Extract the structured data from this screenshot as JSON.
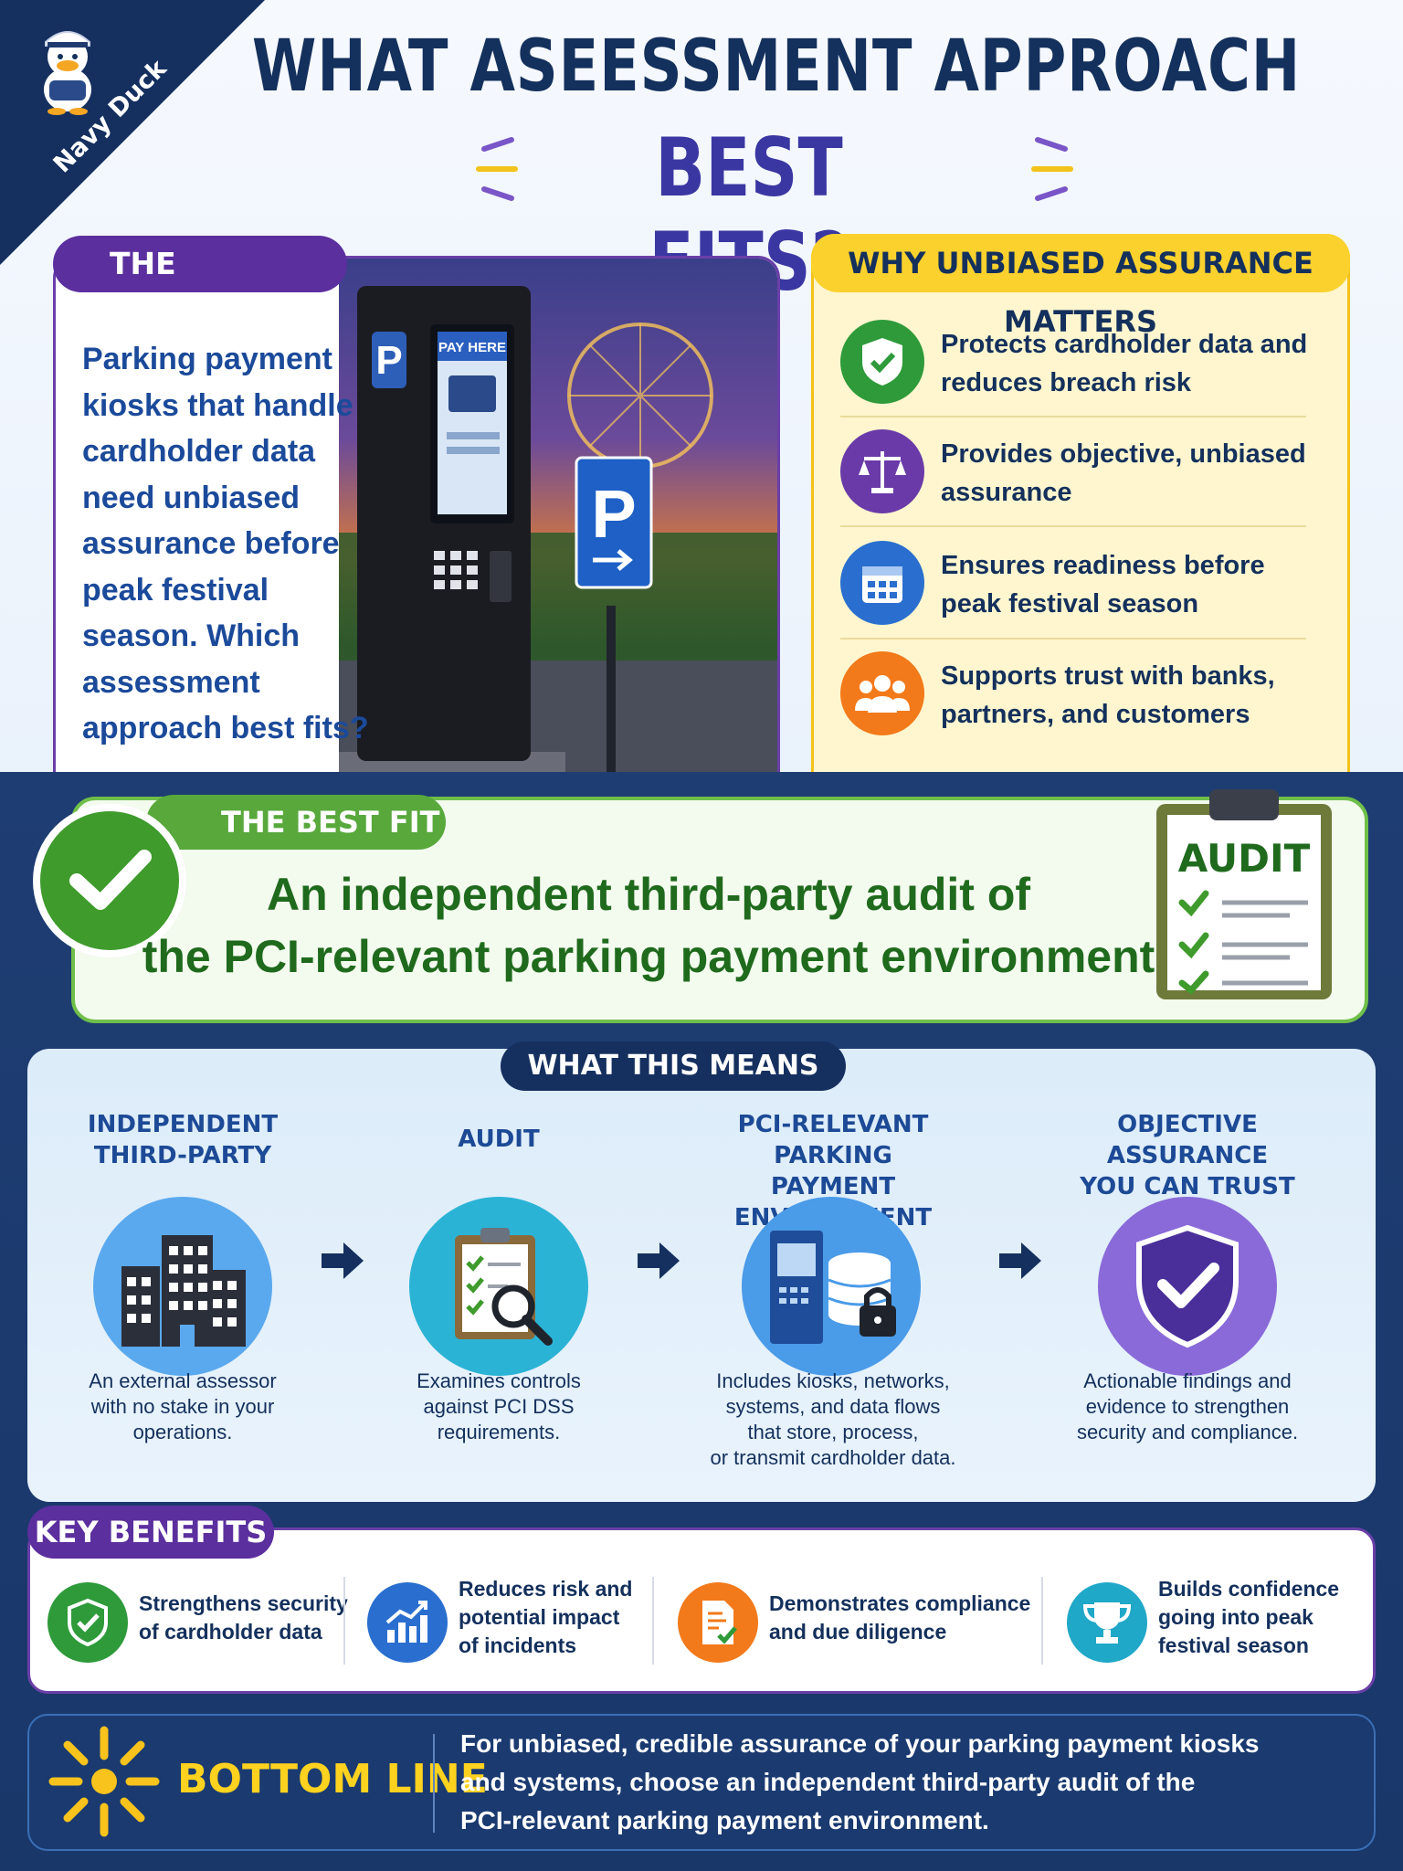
{
  "brand": {
    "label": "Navy Duck"
  },
  "header": {
    "title_line1": "WHAT ASEESSMENT APPROACH",
    "title_line2": "BEST FITS?"
  },
  "question": {
    "tab": "THE QUESTION",
    "text": "Parking payment kiosks that handle cardholder data need unbiased assurance before peak festival season. Which assessment approach best fits?",
    "kiosk_screen_label": "PAY HERE",
    "sign_letter": "P"
  },
  "why": {
    "tab": "WHY UNBIASED ASSURANCE MATTERS",
    "items": [
      {
        "text": "Protects cardholder data and reduces breach risk",
        "icon": "shield-check-icon",
        "color": "#2e9a3a"
      },
      {
        "text": "Provides objective, unbiased assurance",
        "icon": "scales-icon",
        "color": "#6a3aa8"
      },
      {
        "text": "Ensures readiness before peak festival season",
        "icon": "calendar-icon",
        "color": "#2a6fcf"
      },
      {
        "text": "Supports trust with banks, partners, and customers",
        "icon": "people-icon",
        "color": "#f27a1a"
      }
    ]
  },
  "best_fit": {
    "tab": "THE BEST FIT",
    "line1": "An independent third-party audit of",
    "line2": "the PCI-relevant parking payment environment",
    "clipboard_label": "AUDIT"
  },
  "what_this_means": {
    "tab": "WHAT THIS MEANS",
    "steps": [
      {
        "title1": "INDEPENDENT",
        "title2": "THIRD-PARTY",
        "desc": [
          "An external assessor",
          "with no stake in your",
          "operations."
        ],
        "icon": "buildings-icon",
        "color": "#5aa9ee"
      },
      {
        "title1": "AUDIT",
        "title2": "",
        "desc": [
          "Examines controls",
          "against PCI DSS",
          "requirements."
        ],
        "icon": "clipboard-magnifier-icon",
        "color": "#2bb3d6"
      },
      {
        "title1": "PCI-RELEVANT PARKING",
        "title2": "PAYMENT ENVIRONMENT",
        "desc": [
          "Includes kiosks, networks,",
          "systems, and data flows",
          "that store, process,",
          "or transmit cardholder data."
        ],
        "icon": "kiosk-database-lock-icon",
        "color": "#4a9be8"
      },
      {
        "title1": "OBJECTIVE ASSURANCE",
        "title2": "YOU CAN TRUST",
        "desc": [
          "Actionable findings and",
          "evidence to strengthen",
          "security and compliance."
        ],
        "icon": "shield-check-icon",
        "color": "#8a6ad8"
      }
    ]
  },
  "key_benefits": {
    "tab": "KEY BENEFITS",
    "items": [
      {
        "lines": [
          "Strengthens security",
          "of cardholder data"
        ],
        "icon": "shield-check-icon",
        "color": "#2e9a3a"
      },
      {
        "lines": [
          "Reduces risk and",
          "potential impact",
          "of incidents"
        ],
        "icon": "chart-up-icon",
        "color": "#2a6fcf"
      },
      {
        "lines": [
          "Demonstrates compliance",
          "and due diligence"
        ],
        "icon": "document-check-icon",
        "color": "#f27a1a"
      },
      {
        "lines": [
          "Builds confidence",
          "going into peak",
          "festival season"
        ],
        "icon": "trophy-icon",
        "color": "#20a8c8"
      }
    ]
  },
  "bottom_line": {
    "title": "BOTTOM LINE",
    "lines": [
      "For unbiased, credible assurance of your parking payment kiosks",
      "and systems, choose an independent third-party audit of the",
      "PCI-relevant parking payment environment."
    ]
  }
}
